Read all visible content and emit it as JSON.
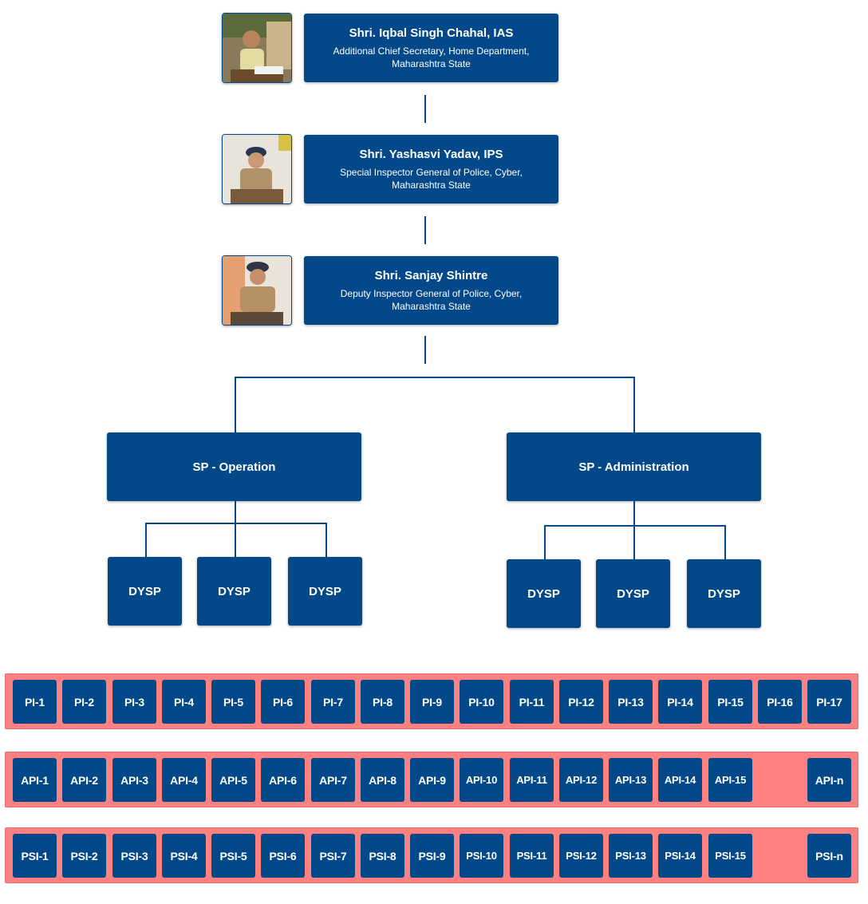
{
  "officers": [
    {
      "name": "Shri. Iqbal Singh Chahal, IAS",
      "designation": "Additional Chief Secretary, Home Department, Maharashtra State",
      "photo": "officer-1-portrait"
    },
    {
      "name": "Shri. Yashasvi Yadav, IPS",
      "designation": "Special Inspector General of Police, Cyber, Maharashtra State",
      "photo": "officer-2-portrait"
    },
    {
      "name": "Shri. Sanjay Shintre",
      "designation": "Deputy Inspector General of Police, Cyber, Maharashtra State",
      "photo": "officer-3-portrait"
    }
  ],
  "sp_units": [
    {
      "label": "SP - Operation",
      "dysp": [
        "DYSP",
        "DYSP",
        "DYSP"
      ]
    },
    {
      "label": "SP - Administration",
      "dysp": [
        "DYSP",
        "DYSP",
        "DYSP"
      ]
    }
  ],
  "rows": [
    {
      "name": "pi",
      "items": [
        "PI-1",
        "PI-2",
        "PI-3",
        "PI-4",
        "PI-5",
        "PI-6",
        "PI-7",
        "PI-8",
        "PI-9",
        "PI-10",
        "PI-11",
        "PI-12",
        "PI-13",
        "PI-14",
        "PI-15",
        "PI-16",
        "PI-17"
      ]
    },
    {
      "name": "api",
      "items": [
        "API-1",
        "API-2",
        "API-3",
        "API-4",
        "API-5",
        "API-6",
        "API-7",
        "API-8",
        "API-9",
        "API-10",
        "API-11",
        "API-12",
        "API-13",
        "API-14",
        "API-15",
        "API-n"
      ]
    },
    {
      "name": "psi",
      "items": [
        "PSI-1",
        "PSI-2",
        "PSI-3",
        "PSI-4",
        "PSI-5",
        "PSI-6",
        "PSI-7",
        "PSI-8",
        "PSI-9",
        "PSI-10",
        "PSI-11",
        "PSI-12",
        "PSI-13",
        "PSI-14",
        "PSI-15",
        "PSI-n"
      ]
    }
  ],
  "colors": {
    "box": "#03498a",
    "band": "#ff8080",
    "connector": "#03498a"
  }
}
